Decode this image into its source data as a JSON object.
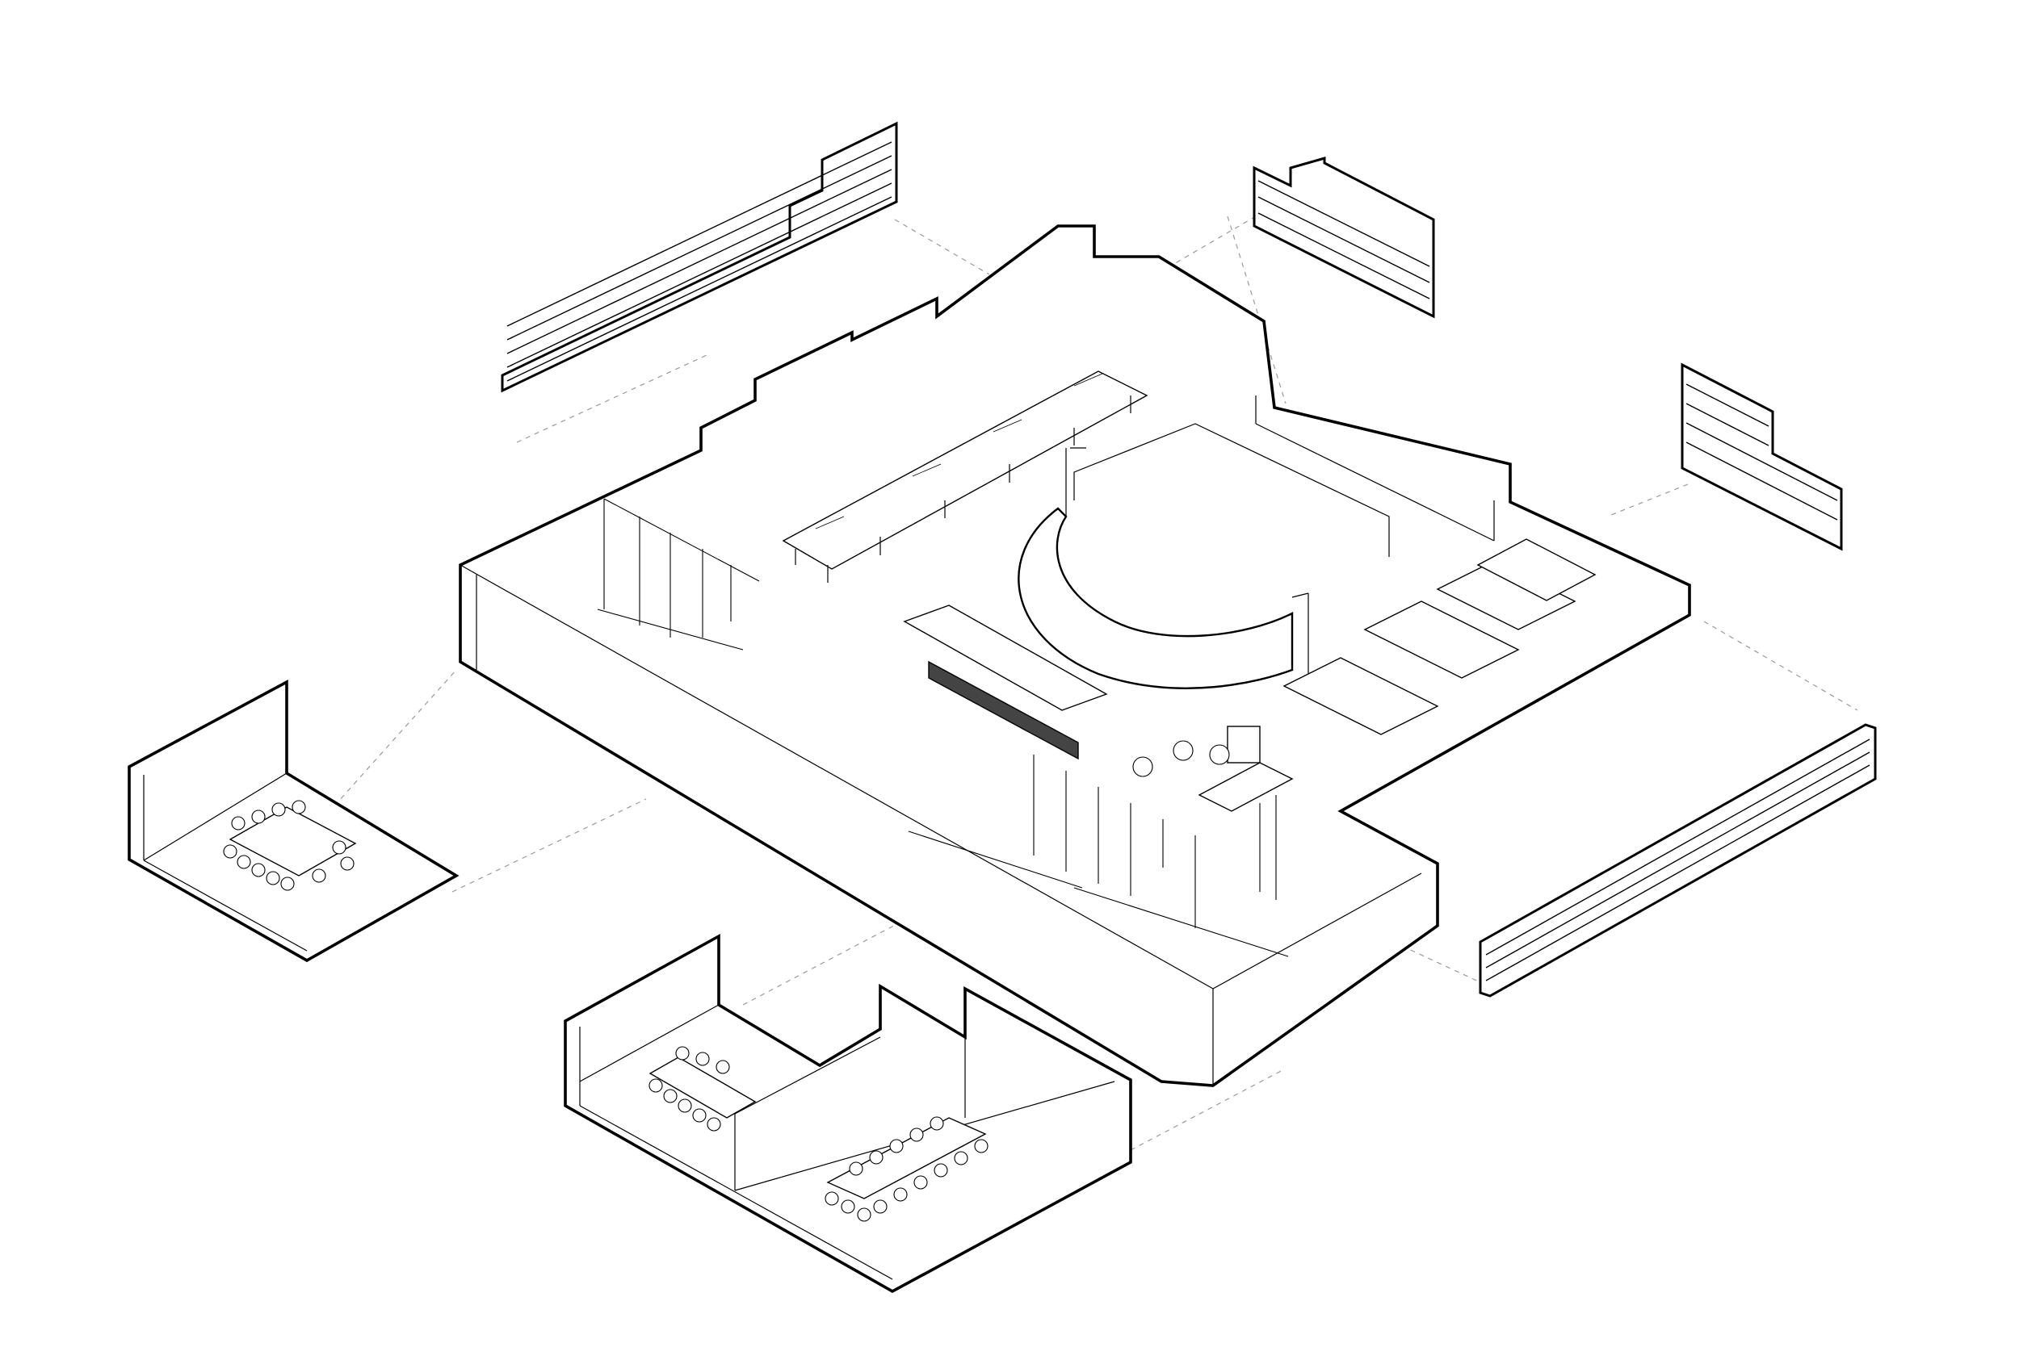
{
  "colors": {
    "background": "#ffffff",
    "ink": "#000000",
    "projection_dash": "#9a9a9a"
  },
  "components": {
    "shelving_units": 5,
    "meeting_rooms": 3,
    "meeting_room_tables": 4
  }
}
